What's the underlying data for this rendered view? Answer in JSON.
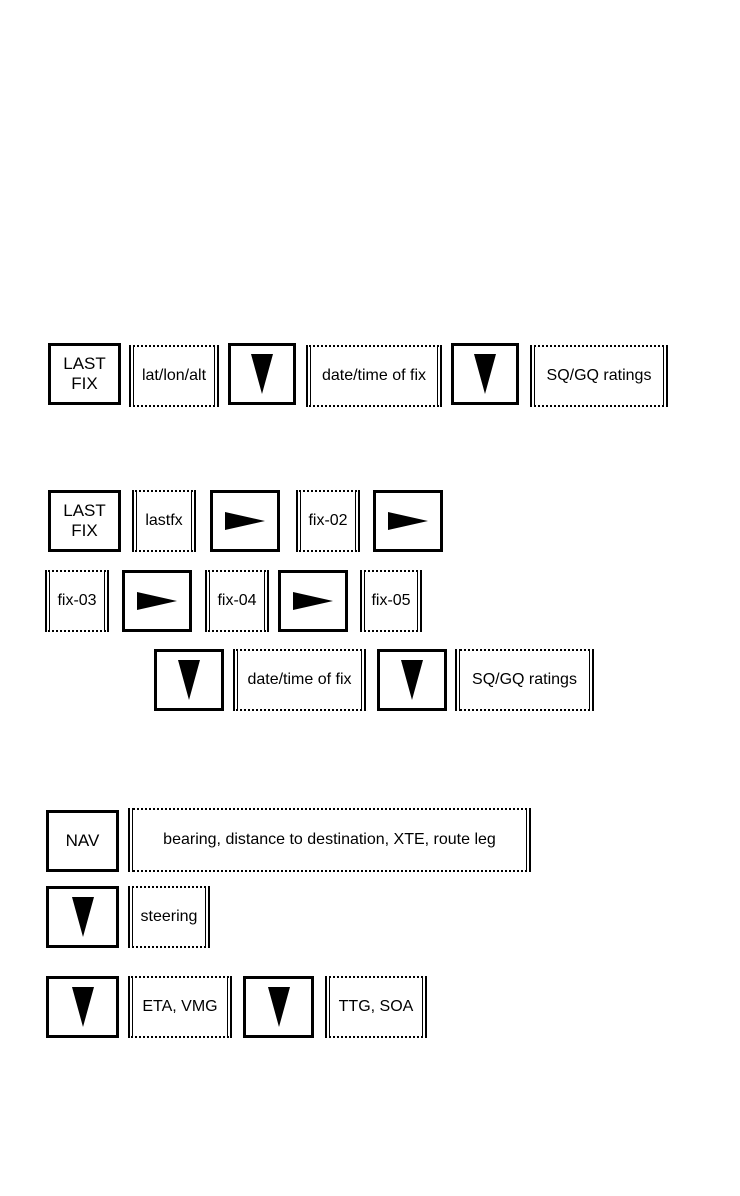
{
  "keys": {
    "last_fix": "LAST\nFIX",
    "nav": "NAV"
  },
  "screens": {
    "lat_lon_alt": "lat/lon/alt",
    "date_time_of_fix": "date/time of fix",
    "sq_gq_ratings": "SQ/GQ ratings",
    "lastfx": "lastfx",
    "fix_02": "fix-02",
    "fix_03": "fix-03",
    "fix_04": "fix-04",
    "fix_05": "fix-05",
    "nav_main": "bearing, distance  to destination, XTE, route leg",
    "steering": "steering",
    "eta_vmg": "ETA, VMG",
    "ttg_soa": "TTG, SOA"
  },
  "icons": {
    "down": "triangle-down-icon",
    "right": "triangle-right-icon"
  }
}
